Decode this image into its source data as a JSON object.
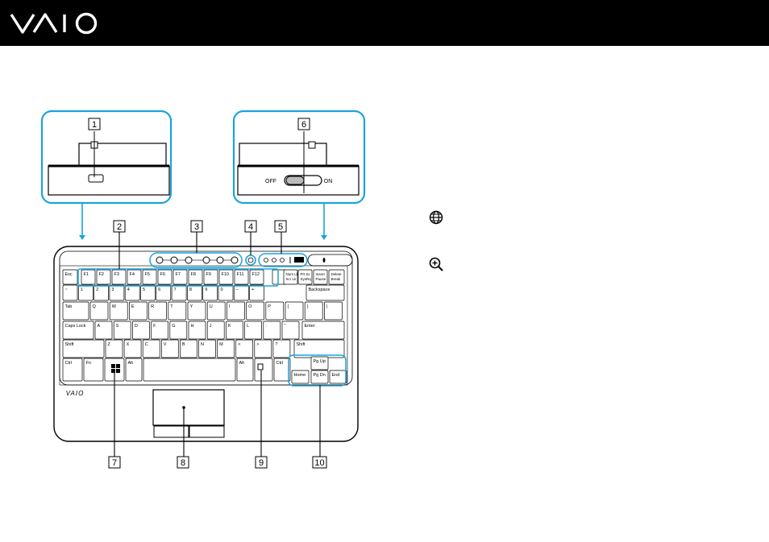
{
  "brand": {
    "logo_text": "VAIO"
  },
  "callouts": [
    "1",
    "2",
    "3",
    "4",
    "5",
    "6",
    "7",
    "8",
    "9",
    "10"
  ],
  "switch": {
    "off_label": "OFF",
    "on_label": "ON"
  },
  "keyboard": {
    "fn_row": [
      "Esc",
      "F1",
      "F2",
      "F3",
      "F4",
      "F5",
      "F6",
      "F7",
      "F8",
      "F9",
      "F10",
      "F11",
      "F12"
    ],
    "numlk": [
      "Num Lk",
      "Scr Lk"
    ],
    "prtsc": [
      "Prt Sc",
      "SysRq"
    ],
    "insert": [
      "Insert",
      "Pause"
    ],
    "delete": [
      "Delete",
      "Break"
    ],
    "num_row": [
      "~",
      "1",
      "2",
      "3",
      "4",
      "5",
      "6",
      "7",
      "8",
      "9",
      "0",
      "–",
      "+"
    ],
    "backspace": "Backspace",
    "tab": "Tab",
    "q_row": [
      "Q",
      "W",
      "E",
      "R",
      "T",
      "Y",
      "U",
      "I",
      "O",
      "P",
      "{",
      "}",
      "|"
    ],
    "caps": "Caps Lock",
    "a_row": [
      "A",
      "S",
      "D",
      "F",
      "G",
      "H",
      "J",
      "K",
      "L",
      ":",
      "\""
    ],
    "enter": "Enter",
    "shift": "Shift",
    "z_row": [
      "Z",
      "X",
      "C",
      "V",
      "B",
      "N",
      "M",
      "<",
      ">",
      "?"
    ],
    "ctrl": "Ctrl",
    "fn": "Fn",
    "alt": "Alt",
    "pgup": "Pg Up",
    "home": "Home",
    "pgdn": "Pg Dn",
    "end": "End",
    "brand_small": "VAIO"
  },
  "side_icons": [
    "globe-icon",
    "zoom-in-icon"
  ]
}
